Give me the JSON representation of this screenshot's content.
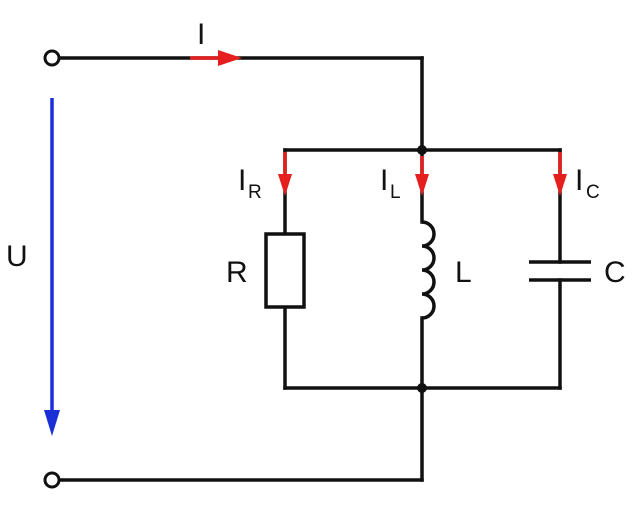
{
  "diagram": {
    "labels": {
      "source_current": "I",
      "voltage": "U",
      "current_r_main": "I",
      "current_r_sub": "R",
      "current_l_main": "I",
      "current_l_sub": "L",
      "current_c_main": "I",
      "current_c_sub": "C",
      "resistor": "R",
      "inductor": "L",
      "capacitor": "C"
    },
    "colors": {
      "wire": "#111111",
      "current_arrow": "#e51e1e",
      "voltage_arrow": "#1b2fd6"
    }
  }
}
